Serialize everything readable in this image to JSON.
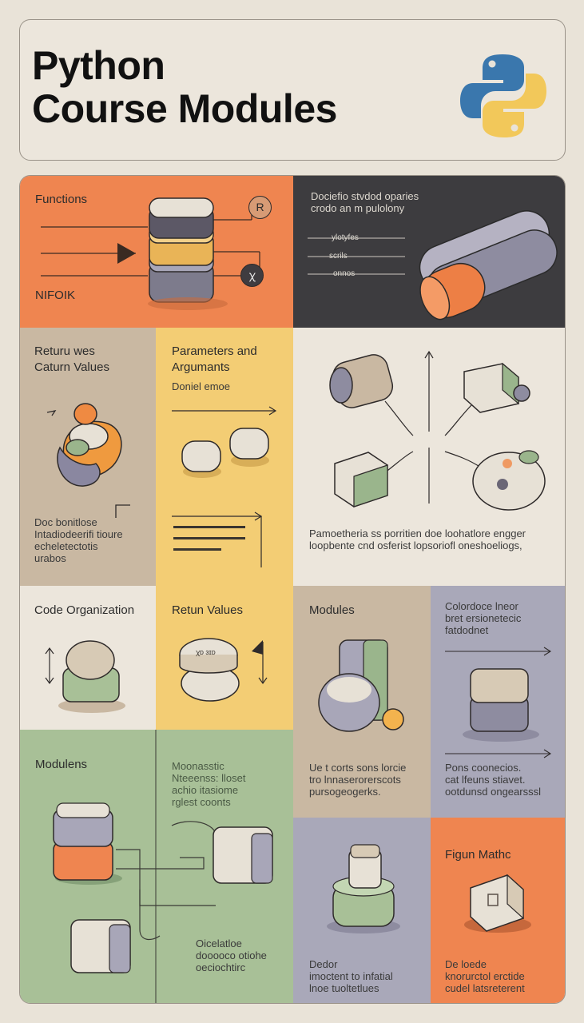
{
  "header": {
    "title_line1": "Python",
    "title_line2": "Course Modules",
    "logo": "python-logo"
  },
  "colors": {
    "background": "#e9e3d8",
    "orange": "#ef8550",
    "dark": "#3d3c3f",
    "tan": "#c9b8a2",
    "yellow": "#f3cd74",
    "cream": "#ece6dc",
    "lavender": "#a9a8b9",
    "green": "#a8c097"
  },
  "cells": {
    "functions": {
      "heading": "Functions",
      "footer": "NIFOIK",
      "badge_top": "R",
      "badge_bottom": "ꭓ"
    },
    "dark_panel": {
      "text": "Dociefio stvdod oparies\ncrodo an m pulolony",
      "labels": [
        "ylotyfes",
        "scrils",
        "onnos"
      ]
    },
    "return_values": {
      "heading": "Returu wes\nCaturn Values",
      "text": "Doc bonitlose\nIntadiodeerifi tioure\necheletectotis\nurabos"
    },
    "parameters": {
      "heading": "Parameters and\nArgumants",
      "subheading": "Doniel emoe"
    },
    "diagram": {
      "text": "Pamoetheria ss porritien doe loohatlore engger\nloopbente cnd osferist lopsoriofl oneshoeliogs,"
    },
    "code_org": {
      "heading": "Code Organization"
    },
    "retun_values": {
      "heading": "Retun Values",
      "cube_label": "ꭓᴅ ɜɪᴅ"
    },
    "modules_top": {
      "heading": "Modules",
      "text": "Ue t corts sons lorcie\ntro lnnaserorerscots\npursogeogerks."
    },
    "colordoce": {
      "text": "Colordoce lneor\nbret ersionetecic\nfatdodnet",
      "text2": "Pons coonecios.\ncat lfeuns stiavet.\nootdunsd ongearsssl"
    },
    "modulens": {
      "heading": "Modulens",
      "text": "Moonasstic\nNteeenss: lloset\nachio itasiome\nrglest coonts",
      "bottom_text": "Oicelatloe\ndooooco otiohe\noeciochtirc"
    },
    "bottom_lavender": {
      "text": "Dedor\nimoctent to infatial\nlnoe tuoltetlues"
    },
    "figun": {
      "heading": "Figun Mathc",
      "text": "De loede\nknorurctol erctide\ncudel latsreterent"
    }
  }
}
